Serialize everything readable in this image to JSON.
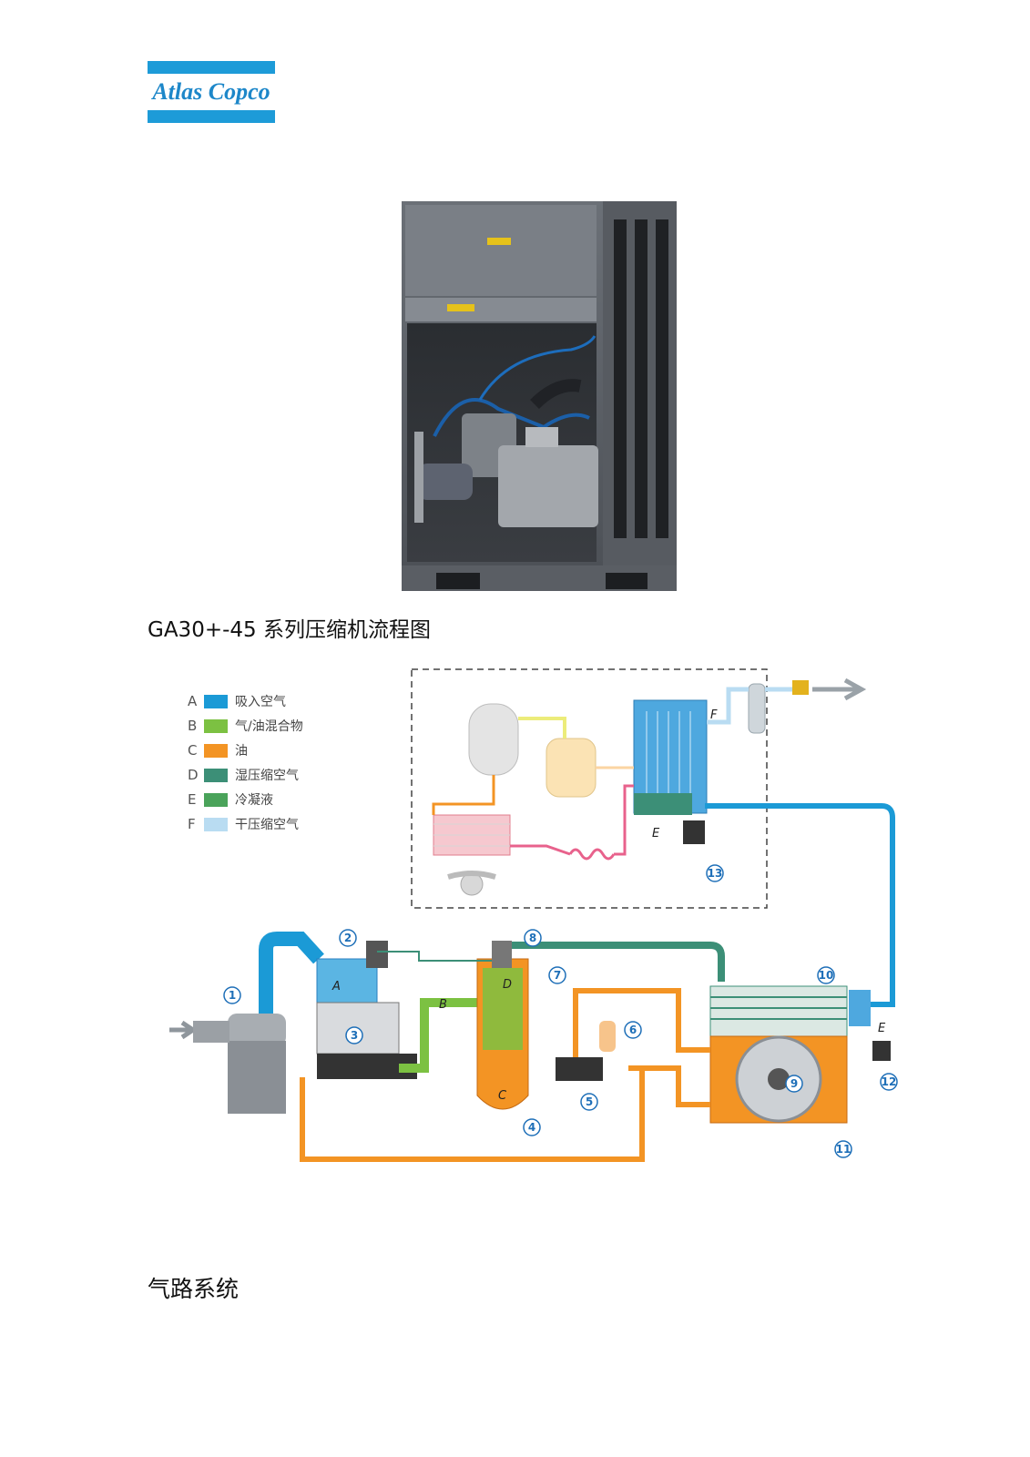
{
  "logo": {
    "text": "Atlas Copco",
    "colors": {
      "band": "#1d9bd8",
      "text": "#1d87c9"
    }
  },
  "caption": "GA30+-45 系列压缩机流程图",
  "section_heading": "气路系统",
  "diagram": {
    "legend": [
      {
        "letter": "A",
        "label": "吸入空气",
        "color": "#1b9ad6"
      },
      {
        "letter": "B",
        "label": "气/油混合物",
        "color": "#7cc142"
      },
      {
        "letter": "C",
        "label": "油",
        "color": "#f39424"
      },
      {
        "letter": "D",
        "label": "湿压缩空气",
        "color": "#3c8f77"
      },
      {
        "letter": "E",
        "label": "冷凝液",
        "color": "#4aa35a"
      },
      {
        "letter": "F",
        "label": "干压缩空气",
        "color": "#b9dcf2"
      }
    ],
    "callouts": [
      "1",
      "2",
      "3",
      "4",
      "5",
      "6",
      "7",
      "8",
      "9",
      "10",
      "11",
      "12",
      "13"
    ],
    "path_letters": [
      "A",
      "B",
      "C",
      "D",
      "E",
      "E",
      "F"
    ]
  }
}
